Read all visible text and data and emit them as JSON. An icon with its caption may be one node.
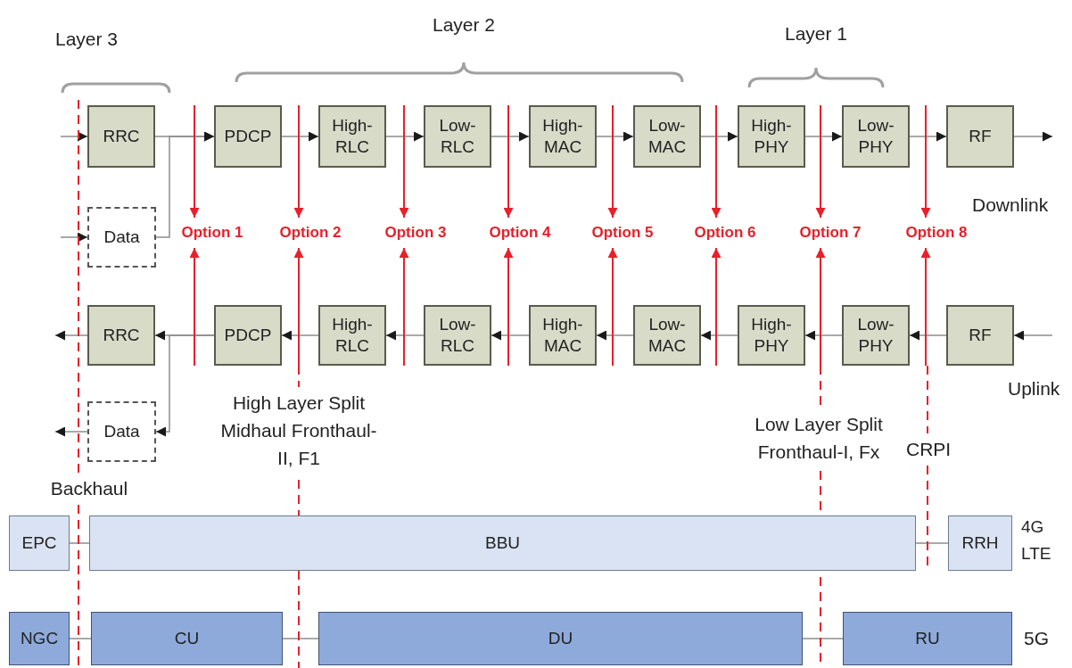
{
  "diagram": {
    "nodes": [
      {
        "text": [
          "RRC"
        ]
      },
      {
        "text": [
          "Data"
        ]
      },
      {
        "text": [
          "PDCP"
        ]
      },
      {
        "text": [
          "High-RLC"
        ]
      },
      {
        "text": [
          "Low-RLC"
        ]
      },
      {
        "text": [
          "High-MAC"
        ]
      },
      {
        "text": [
          "Low-MAC"
        ]
      },
      {
        "text": [
          "High-PHY"
        ]
      },
      {
        "text": [
          "Low-PHY"
        ]
      },
      {
        "text": [
          "RF"
        ]
      },
      {
        "text": [
          "RRC"
        ]
      },
      {
        "text": [
          "Data"
        ]
      },
      {
        "text": [
          "PDCP"
        ]
      },
      {
        "text": [
          "High-RLC"
        ]
      },
      {
        "text": [
          "Low-RLC"
        ]
      },
      {
        "text": [
          "High-MAC"
        ]
      },
      {
        "text": [
          "Low-MAC"
        ]
      },
      {
        "text": [
          "High-PHY"
        ]
      },
      {
        "text": [
          "Low-PHY"
        ]
      },
      {
        "text": [
          "RF"
        ]
      },
      {
        "text": [
          "Option 1"
        ]
      },
      {
        "text": [
          "Option 2"
        ]
      },
      {
        "text": [
          "Option 3"
        ]
      },
      {
        "text": [
          "Option 4"
        ]
      },
      {
        "text": [
          "Option 5"
        ]
      },
      {
        "text": [
          "Option 6"
        ]
      },
      {
        "text": [
          "Option 7"
        ]
      },
      {
        "text": [
          "Option 8"
        ]
      },
      {
        "text": [
          "EPC"
        ]
      },
      {
        "text": [
          "BBU"
        ]
      },
      {
        "text": [
          "RRH"
        ]
      },
      {
        "text": [
          "NGC"
        ]
      },
      {
        "text": [
          "CU"
        ]
      },
      {
        "text": [
          "DU"
        ]
      },
      {
        "text": [
          "RU"
        ]
      }
    ],
    "edges": [
      {
        "from": null,
        "to": 0,
        "arrow": "to"
      },
      {
        "from": null,
        "to": 1,
        "arrow": "to"
      },
      {
        "from": 0,
        "to": 2,
        "arrow": "to"
      },
      {
        "from": 1,
        "to": 2,
        "arrow": "to"
      },
      {
        "from": 2,
        "to": 3,
        "arrow": "to"
      },
      {
        "from": 3,
        "to": 4,
        "arrow": "to"
      },
      {
        "from": 4,
        "to": 5,
        "arrow": "to"
      },
      {
        "from": 5,
        "to": 6,
        "arrow": "to"
      },
      {
        "from": 6,
        "to": 7,
        "arrow": "to"
      },
      {
        "from": 7,
        "to": 8,
        "arrow": "to"
      },
      {
        "from": 8,
        "to": 9,
        "arrow": "to"
      },
      {
        "from": 9,
        "to": null,
        "arrow": "to"
      },
      {
        "from": null,
        "to": 19,
        "arrow": "to"
      },
      {
        "from": 19,
        "to": 18,
        "arrow": "to"
      },
      {
        "from": 18,
        "to": 17,
        "arrow": "to"
      },
      {
        "from": 17,
        "to": 16,
        "arrow": "to"
      },
      {
        "from": 16,
        "to": 15,
        "arrow": "to"
      },
      {
        "from": 15,
        "to": 14,
        "arrow": "to"
      },
      {
        "from": 14,
        "to": 13,
        "arrow": "to"
      },
      {
        "from": 13,
        "to": 12,
        "arrow": "to"
      },
      {
        "from": 12,
        "to": 10,
        "arrow": "to"
      },
      {
        "from": 12,
        "to": 11,
        "arrow": "to"
      },
      {
        "from": 10,
        "to": null,
        "arrow": "to"
      },
      {
        "from": 11,
        "to": null,
        "arrow": "to"
      },
      {
        "from": null,
        "to": 20,
        "arrow": "to",
        "color": "#e8202a"
      },
      {
        "from": null,
        "to": 20,
        "arrow": "to",
        "color": "#e8202a"
      },
      {
        "from": null,
        "to": 21,
        "arrow": "to",
        "color": "#e8202a"
      },
      {
        "from": null,
        "to": 21,
        "arrow": "to",
        "color": "#e8202a"
      },
      {
        "from": null,
        "to": 22,
        "arrow": "to",
        "color": "#e8202a"
      },
      {
        "from": null,
        "to": 22,
        "arrow": "to",
        "color": "#e8202a"
      },
      {
        "from": null,
        "to": 23,
        "arrow": "to",
        "color": "#e8202a"
      },
      {
        "from": null,
        "to": 23,
        "arrow": "to",
        "color": "#e8202a"
      },
      {
        "from": null,
        "to": 24,
        "arrow": "to",
        "color": "#e8202a"
      },
      {
        "from": null,
        "to": 24,
        "arrow": "to",
        "color": "#e8202a"
      },
      {
        "from": null,
        "to": 25,
        "arrow": "to",
        "color": "#e8202a"
      },
      {
        "from": null,
        "to": 25,
        "arrow": "to",
        "color": "#e8202a"
      },
      {
        "from": null,
        "to": 26,
        "arrow": "to",
        "color": "#e8202a"
      },
      {
        "from": null,
        "to": 26,
        "arrow": "to",
        "color": "#e8202a"
      },
      {
        "from": null,
        "to": 27,
        "arrow": "to",
        "color": "#e8202a"
      },
      {
        "from": null,
        "to": 27,
        "arrow": "to",
        "color": "#e8202a"
      },
      {
        "from": 28,
        "to": 29,
        "arrow": "none"
      },
      {
        "from": 29,
        "to": 30,
        "arrow": "none"
      },
      {
        "from": 31,
        "to": 32,
        "arrow": "none"
      },
      {
        "from": 32,
        "to": 33,
        "arrow": "none"
      },
      {
        "from": 33,
        "to": 34,
        "arrow": "none"
      }
    ],
    "labels": [
      "Layer 3",
      "Layer 2",
      "Layer 1",
      "Downlink",
      "Uplink",
      "High Layer Split Midhaul Fronthaul-II, F1",
      "Low Layer Split Fronthaul-I, Fx",
      "CRPI",
      "Backhaul",
      "4G LTE",
      "5G"
    ]
  }
}
